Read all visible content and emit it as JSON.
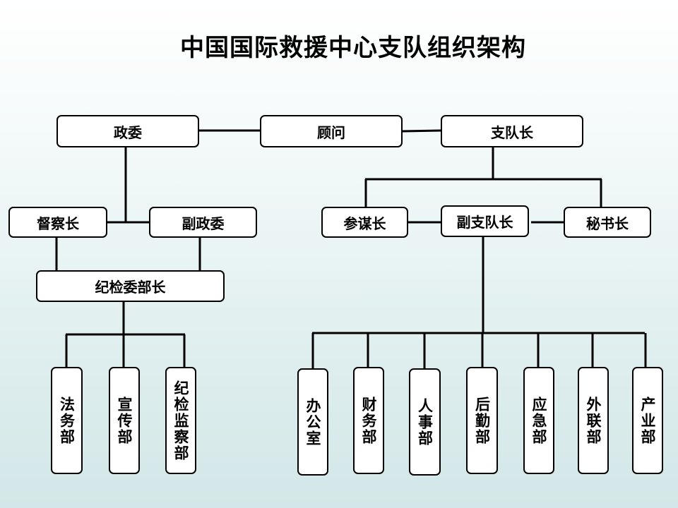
{
  "title": "中国国际救援中心支队组织架构",
  "nodes": {
    "zhengwei": "政委",
    "guwen": "顾问",
    "zhiduizhang": "支队长",
    "ducha": "督察长",
    "fuzhengwei": "副政委",
    "canmou": "参谋长",
    "fuzhiduizhang": "副支队长",
    "mishu": "秘书长",
    "jijian": "纪检委部长",
    "fawu": "法务部",
    "xuanchuan": "宣传部",
    "jijianjiancha": "纪检监察部",
    "bangong": "办公室",
    "caiwu": "财务部",
    "renshi": "人事部",
    "houqin": "后勤部",
    "yingji": "应急部",
    "wailian": "外联部",
    "chanye": "产业部"
  }
}
